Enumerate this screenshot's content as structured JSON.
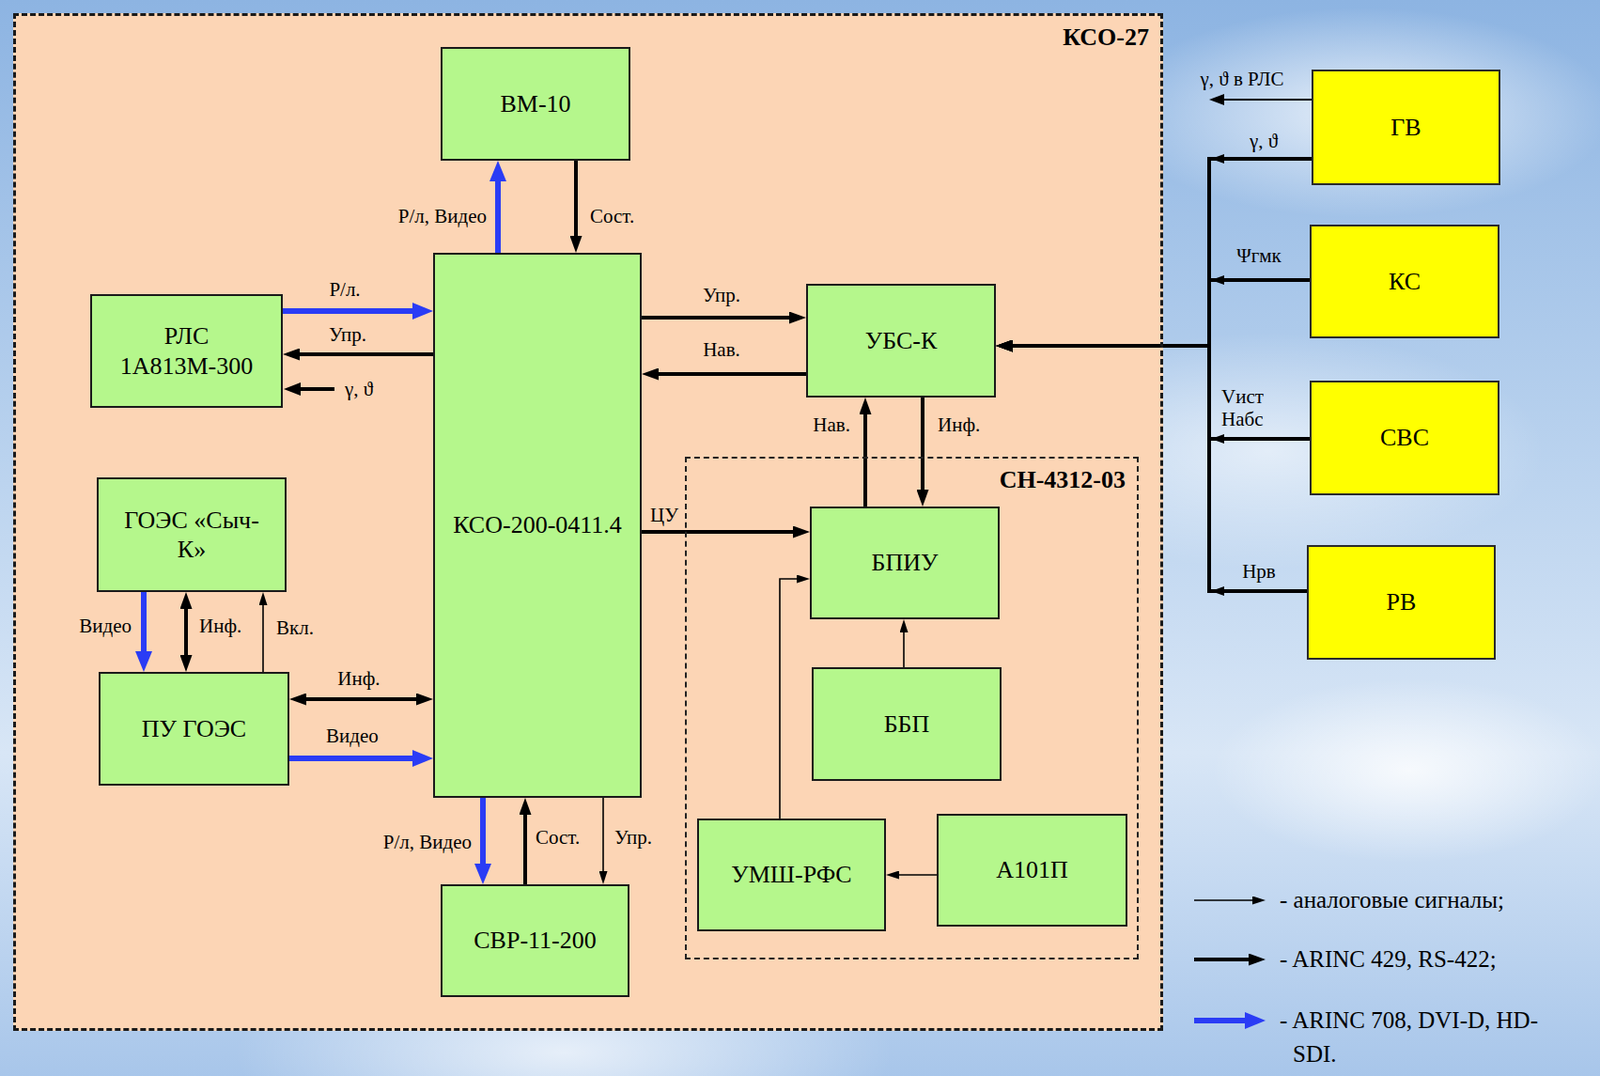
{
  "diagram": {
    "nodes": [
      {
        "text": [
          "КСО-27"
        ]
      },
      {
        "text": [
          "ВМ-10"
        ],
        "in": 0
      },
      {
        "text": [
          "РЛС 1А813М-300"
        ],
        "in": 0
      },
      {
        "text": [
          "КСО-200-0411.4"
        ],
        "in": 0
      },
      {
        "text": [
          "УБС-К"
        ],
        "in": 0
      },
      {
        "text": [
          "ГОЭС «Сыч-К»"
        ],
        "in": 0
      },
      {
        "text": [
          "ПУ ГОЭС"
        ],
        "in": 0
      },
      {
        "text": [
          "СН-4312-03"
        ],
        "in": 0
      },
      {
        "text": [
          "БПИУ"
        ],
        "in": 7
      },
      {
        "text": [
          "ББП"
        ],
        "in": 7
      },
      {
        "text": [
          "УМШ-РФС"
        ],
        "in": 7
      },
      {
        "text": [
          "А101П"
        ],
        "in": 7
      },
      {
        "text": [
          "СВР-11-200"
        ],
        "in": 0
      },
      {
        "text": [
          "ГВ"
        ]
      },
      {
        "text": [
          "КС"
        ]
      },
      {
        "text": [
          "СВС"
        ]
      },
      {
        "text": [
          "РВ"
        ]
      }
    ],
    "edges": [
      {
        "from": 3,
        "to": 1,
        "arrow": "to",
        "label": "Р/л, Видео"
      },
      {
        "from": 1,
        "to": 3,
        "arrow": "to",
        "label": "Сост."
      },
      {
        "from": 2,
        "to": 3,
        "arrow": "to",
        "label": "Р/л."
      },
      {
        "from": 3,
        "to": 2,
        "arrow": "to",
        "label": "Упр."
      },
      {
        "from": 3,
        "to": 4,
        "arrow": "to",
        "label": "Упр."
      },
      {
        "from": 4,
        "to": 3,
        "arrow": "to",
        "label": "Нав."
      },
      {
        "from": 8,
        "to": 4,
        "arrow": "to",
        "label": "Нав."
      },
      {
        "from": 4,
        "to": 8,
        "arrow": "to",
        "label": "Инф."
      },
      {
        "from": 3,
        "to": 8,
        "arrow": "to",
        "label": "ЦУ"
      },
      {
        "from": 9,
        "to": 8,
        "arrow": "to"
      },
      {
        "from": 10,
        "to": 8,
        "arrow": "to"
      },
      {
        "from": 11,
        "to": 10,
        "arrow": "to"
      },
      {
        "from": 5,
        "to": 6,
        "arrow": "to",
        "label": "Видео"
      },
      {
        "from": 5,
        "to": 6,
        "arrow": "both",
        "label": "Инф."
      },
      {
        "from": 6,
        "to": 5,
        "arrow": "to",
        "label": "Вкл."
      },
      {
        "from": 6,
        "to": 3,
        "arrow": "both",
        "label": "Инф."
      },
      {
        "from": 6,
        "to": 3,
        "arrow": "to",
        "label": "Видео"
      },
      {
        "from": 3,
        "to": 12,
        "arrow": "to",
        "label": "Р/л, Видео"
      },
      {
        "from": 12,
        "to": 3,
        "arrow": "to",
        "label": "Сост."
      },
      {
        "from": 3,
        "to": 12,
        "arrow": "to",
        "label": "Упр."
      },
      {
        "from": 13,
        "to": 4,
        "arrow": "to",
        "label": "γ, ϑ"
      },
      {
        "from": 14,
        "to": 4,
        "arrow": "to",
        "label": "Ψгмк"
      },
      {
        "from": 15,
        "to": 4,
        "arrow": "to",
        "label": "Vист Hабс"
      },
      {
        "from": 16,
        "to": 4,
        "arrow": "to",
        "label": "Hрв"
      }
    ],
    "labels": [
      "γ, ϑ",
      "γ, ϑ в РЛС"
    ],
    "legend": [
      {
        "text": "- аналоговые сигналы;"
      },
      {
        "text": "- ARINC 429, RS-422;"
      },
      {
        "text": "- ARINC 708, DVI-D, HD-SDI."
      }
    ]
  }
}
